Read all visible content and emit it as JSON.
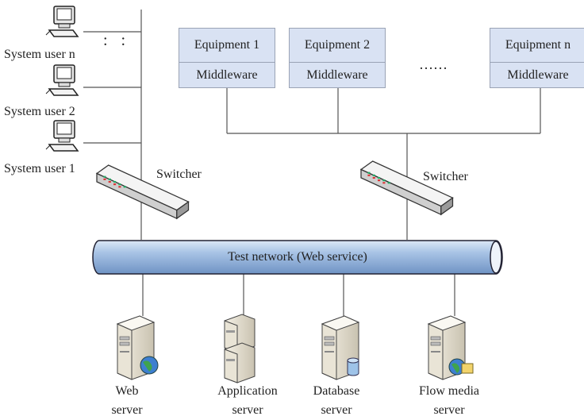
{
  "users": {
    "labels": [
      "System user n",
      "System user 2",
      "System user 1"
    ],
    "ellipsis_label": ": :"
  },
  "switchers": {
    "left_label": "Switcher",
    "right_label": "Switcher"
  },
  "equipment": [
    {
      "name": "Equipment 1",
      "middleware": "Middleware"
    },
    {
      "name": "Equipment 2",
      "middleware": "Middleware"
    },
    {
      "name": "Equipment n",
      "middleware": "Middleware"
    }
  ],
  "equipment_ellipsis": "……",
  "network": {
    "label": "Test network (Web service)"
  },
  "servers": [
    {
      "line1": "Web",
      "line2": "server",
      "icon": "web-server-icon"
    },
    {
      "line1": "Application",
      "line2": "server",
      "icon": "application-server-icon"
    },
    {
      "line1": "Database",
      "line2": "server",
      "icon": "database-server-icon"
    },
    {
      "line1": "Flow media",
      "line2": "server",
      "icon": "flow-media-server-icon"
    }
  ],
  "colors": {
    "network_fill": "#a9c4e6",
    "equipment_fill": "#d9e2f3",
    "line": "#555555"
  }
}
